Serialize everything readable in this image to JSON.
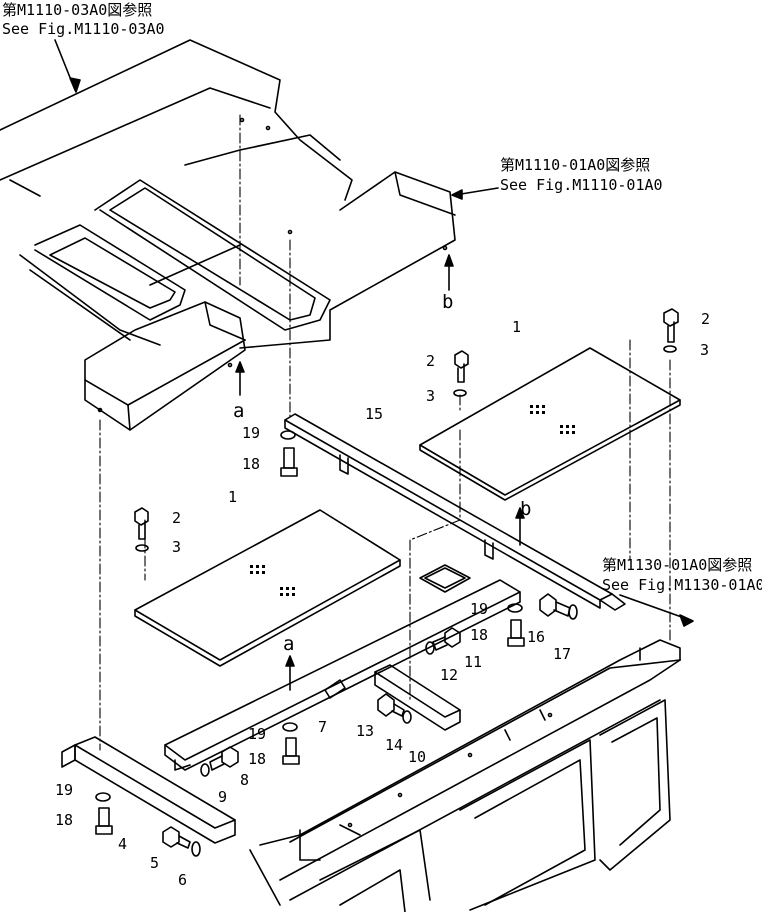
{
  "references": {
    "ref_03A0_jp": "第M1110-03A0図参照",
    "ref_03A0_en": "See Fig.M1110-03A0",
    "ref_01A0_jp": "第M1110-01A0図参照",
    "ref_01A0_en": "See Fig.M1110-01A0",
    "ref_1130_jp": "第M1130-01A0図参照",
    "ref_1130_en": "See Fig.M1130-01A0"
  },
  "view_markers": {
    "a": "a",
    "b": "b"
  },
  "callouts": {
    "n1": "1",
    "n2": "2",
    "n3": "3",
    "n4": "4",
    "n5": "5",
    "n6": "6",
    "n7": "7",
    "n8": "8",
    "n9": "9",
    "n10": "10",
    "n11": "11",
    "n12": "12",
    "n13": "13",
    "n14": "14",
    "n15": "15",
    "n16": "16",
    "n17": "17",
    "n18": "18",
    "n19": "19"
  }
}
